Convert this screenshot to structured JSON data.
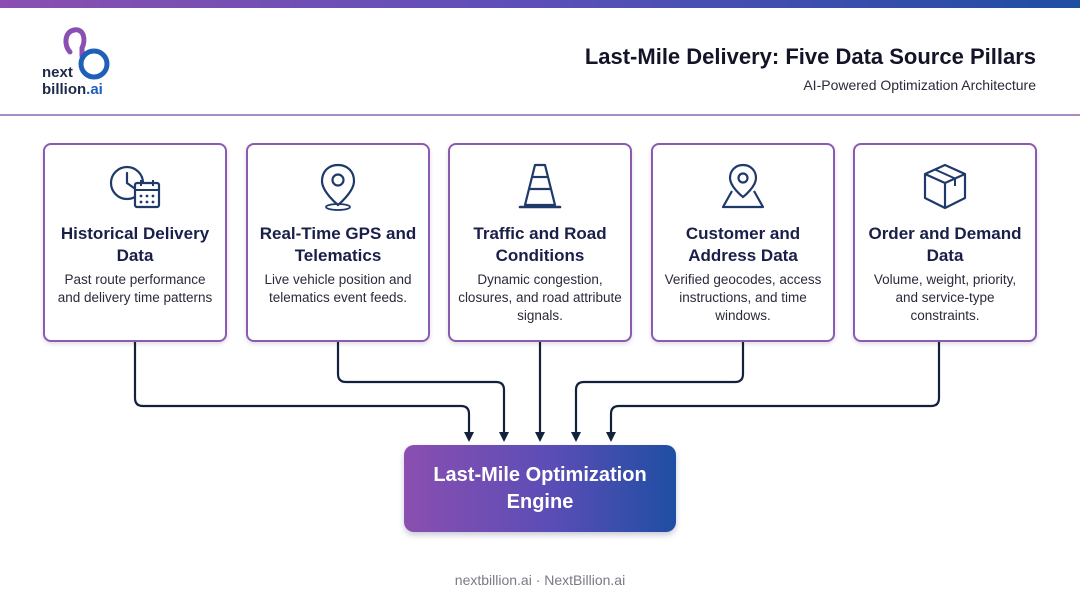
{
  "logo": {
    "line1": "next",
    "line2": "billion",
    "line2_suffix": ".ai"
  },
  "header": {
    "title": "Last-Mile Delivery: Five Data Source Pillars",
    "subtitle": "AI-Powered Optimization Architecture"
  },
  "pillars": [
    {
      "icon": "clock-calendar-icon",
      "title": "Historical Delivery Data",
      "desc": "Past route performance and delivery time patterns"
    },
    {
      "icon": "location-pin-icon",
      "title": "Real-Time GPS and Telematics",
      "desc": "Live vehicle position and telematics event feeds."
    },
    {
      "icon": "traffic-cone-icon",
      "title": "Traffic and Road Conditions",
      "desc": "Dynamic congestion, closures, and road attribute signals."
    },
    {
      "icon": "map-pin-icon",
      "title": "Customer and Address Data",
      "desc": "Verified geocodes, access instructions, and time windows."
    },
    {
      "icon": "package-box-icon",
      "title": "Order and Demand Data",
      "desc": "Volume, weight, priority, and service-type constraints."
    }
  ],
  "engine": {
    "label": "Last-Mile Optimization Engine"
  },
  "footer": {
    "text": "nextbillion.ai · NextBillion.ai"
  },
  "colors": {
    "accent_purple": "#8a5bb0",
    "accent_blue": "#1f4ea3",
    "connector": "#14213d"
  }
}
